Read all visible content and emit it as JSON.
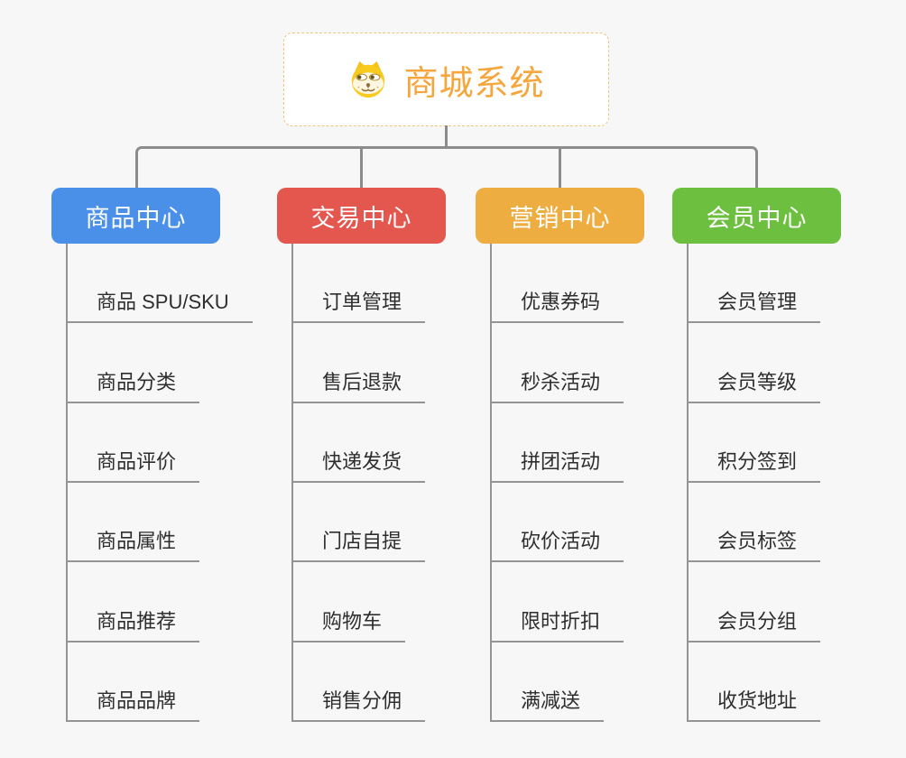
{
  "root": {
    "title": "商城系统",
    "icon": "dog-face-icon",
    "accent_color": "#f5a63c",
    "border_color": "#f0c37a"
  },
  "colors": {
    "background": "#f7f7f7",
    "connector_line": "#8c8c8c",
    "leaf_line": "#949494",
    "leaf_text": "#2e2e2e"
  },
  "branches": [
    {
      "label": "商品中心",
      "color": "#4a90e8",
      "items": [
        "商品 SPU/SKU",
        "商品分类",
        "商品评价",
        "商品属性",
        "商品推荐",
        "商品品牌"
      ]
    },
    {
      "label": "交易中心",
      "color": "#e4574f",
      "items": [
        "订单管理",
        "售后退款",
        "快递发货",
        "门店自提",
        "购物车",
        "销售分佣"
      ]
    },
    {
      "label": "营销中心",
      "color": "#eead41",
      "items": [
        "优惠券码",
        "秒杀活动",
        "拼团活动",
        "砍价活动",
        "限时折扣",
        "满减送"
      ]
    },
    {
      "label": "会员中心",
      "color": "#6cbf3f",
      "items": [
        "会员管理",
        "会员等级",
        "积分签到",
        "会员标签",
        "会员分组",
        "收货地址"
      ]
    }
  ],
  "branch_x": [
    57,
    307,
    527,
    745
  ]
}
